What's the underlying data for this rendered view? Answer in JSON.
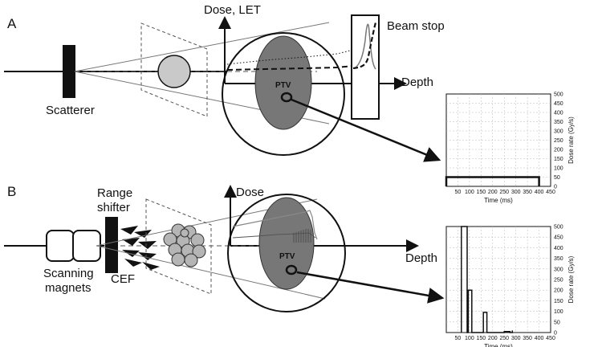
{
  "panel_a": {
    "letter": "A",
    "scatterer_label": "Scatterer",
    "depth_label": "Depth",
    "dose_axis_label": "Dose, LET",
    "beam_stop_label": "Beam stop",
    "ptv_label": "PTV"
  },
  "panel_b": {
    "letter": "B",
    "range_shifter_label_1": "Range",
    "range_shifter_label_2": "shifter",
    "scanning_magnets_label_1": "Scanning",
    "scanning_magnets_label_2": "magnets",
    "cef_label": "CEF",
    "dose_axis_label": "Dose",
    "depth_label": "Depth",
    "ptv_label": "PTV"
  },
  "chart_data": [
    {
      "id": "panel_a_dose_rate",
      "type": "line",
      "xlabel": "Time (ms)",
      "ylabel": "Dose rate (Gy/s)",
      "xlim": [
        0,
        450
      ],
      "ylim": [
        0,
        500
      ],
      "x_ticks": [
        50,
        100,
        150,
        200,
        250,
        300,
        350,
        400,
        450
      ],
      "y_ticks": [
        0,
        50,
        100,
        150,
        200,
        250,
        300,
        350,
        400,
        450,
        500
      ],
      "grid": true,
      "series": [
        {
          "x": [
            0,
            0,
            400,
            400
          ],
          "y": [
            0,
            50,
            50,
            0
          ]
        }
      ]
    },
    {
      "id": "panel_b_dose_rate",
      "type": "line",
      "xlabel": "Time (ms)",
      "ylabel": "Dose rate (Gy/s)",
      "xlim": [
        0,
        450
      ],
      "ylim": [
        0,
        500
      ],
      "x_ticks": [
        50,
        100,
        150,
        200,
        250,
        300,
        350,
        400,
        450
      ],
      "y_ticks": [
        0,
        50,
        100,
        150,
        200,
        250,
        300,
        350,
        400,
        450,
        500
      ],
      "grid": true,
      "series": [
        {
          "x": [
            65,
            65,
            90,
            90,
            95,
            95,
            110,
            110,
            160,
            160,
            175,
            175,
            250,
            250,
            275,
            275,
            285,
            285
          ],
          "y": [
            0,
            500,
            500,
            0,
            0,
            200,
            200,
            0,
            0,
            95,
            95,
            0,
            0,
            5,
            5,
            0,
            0,
            10
          ]
        }
      ]
    }
  ]
}
